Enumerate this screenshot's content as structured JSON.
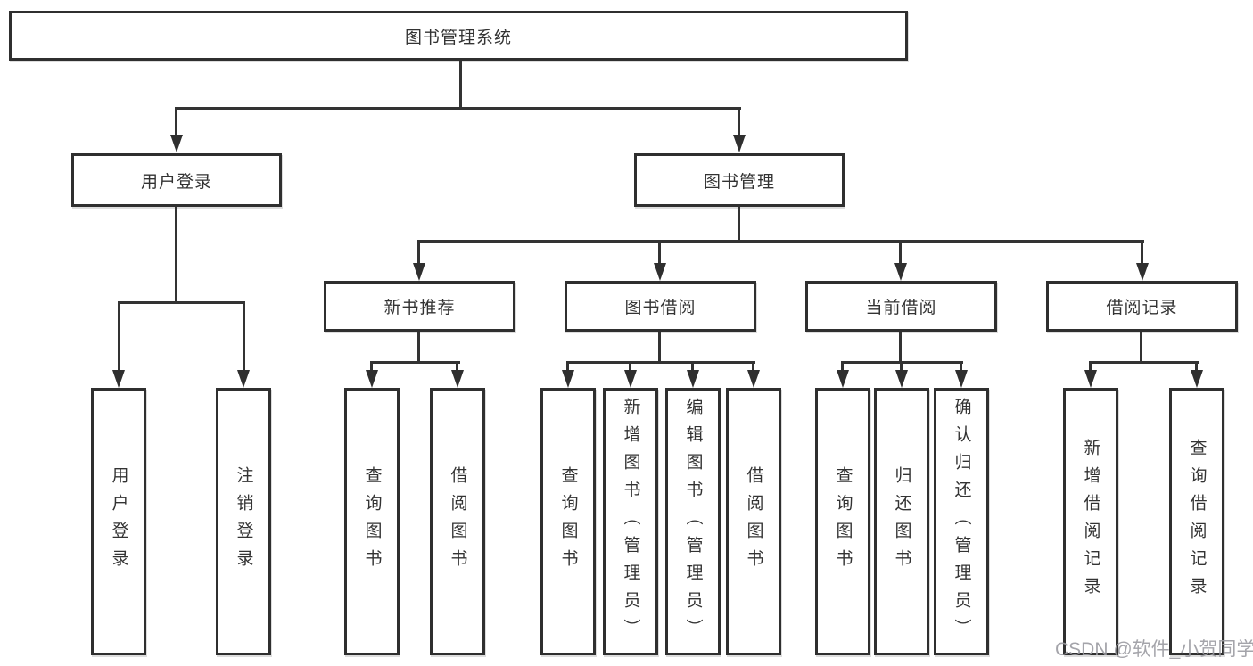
{
  "diagram": {
    "root": "图书管理系统",
    "level2": [
      "用户登录",
      "图书管理"
    ],
    "level3": [
      "新书推荐",
      "图书借阅",
      "当前借阅",
      "借阅记录"
    ],
    "leaves": {
      "login": [
        "用户登录",
        "注销登录"
      ],
      "recommend": [
        "查询图书",
        "借阅图书"
      ],
      "borrow": [
        "查询图书",
        "新增图书（管理员）",
        "编辑图书（管理员）",
        "借阅图书"
      ],
      "current": [
        "查询图书",
        "归还图书",
        "确认归还（管理员）"
      ],
      "records": [
        "新增借阅记录",
        "查询借阅记录"
      ]
    },
    "line_color": "#333333",
    "border_color": "#2f2f2f"
  },
  "watermark": {
    "text": "CSDN @软件_小贺同学"
  }
}
